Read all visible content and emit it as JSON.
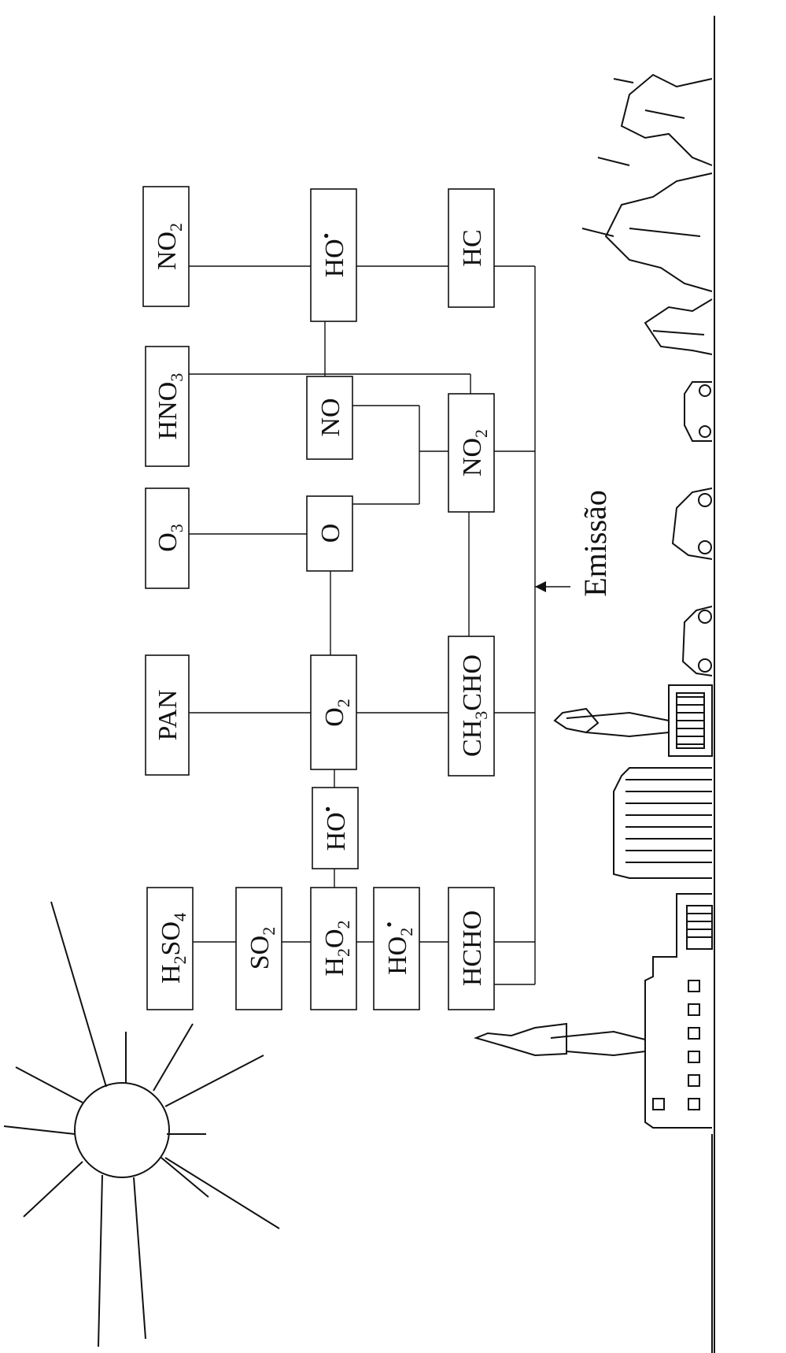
{
  "diagram": {
    "nodes": {
      "no2_top": {
        "main": "NO",
        "sub": "2",
        "tail": ""
      },
      "ho_top": {
        "main": "HO",
        "sup": "•"
      },
      "hc": {
        "main": "HC"
      },
      "hno3": {
        "main": "HNO",
        "sub": "3",
        "tail": ""
      },
      "no": {
        "main": "NO"
      },
      "no2_mid": {
        "main": "NO",
        "sub": "2",
        "tail": ""
      },
      "o3": {
        "main": "O",
        "sub": "3",
        "tail": ""
      },
      "o": {
        "main": "O"
      },
      "pan": {
        "main": "PAN"
      },
      "o2": {
        "main": "O",
        "sub": "2",
        "tail": ""
      },
      "ch3cho": {
        "main": "CH",
        "sub": "3",
        "tail": "CHO"
      },
      "ho_mid": {
        "main": "HO",
        "sup": "•"
      },
      "h2so4": {
        "main": "H",
        "sub": "2",
        "tail": "SO",
        "sub2": "4"
      },
      "so2": {
        "main": "SO",
        "sub": "2",
        "tail": ""
      },
      "h2o2": {
        "main": "H",
        "sub": "2",
        "tail": "O",
        "sub2": "2"
      },
      "ho2": {
        "main": "HO",
        "sub": "2",
        "sup": "•"
      },
      "hcho": {
        "main": "HCHO"
      }
    },
    "emission_label": "Emissão"
  },
  "colors": {
    "ink": "#111111",
    "paper": "#ffffff"
  }
}
